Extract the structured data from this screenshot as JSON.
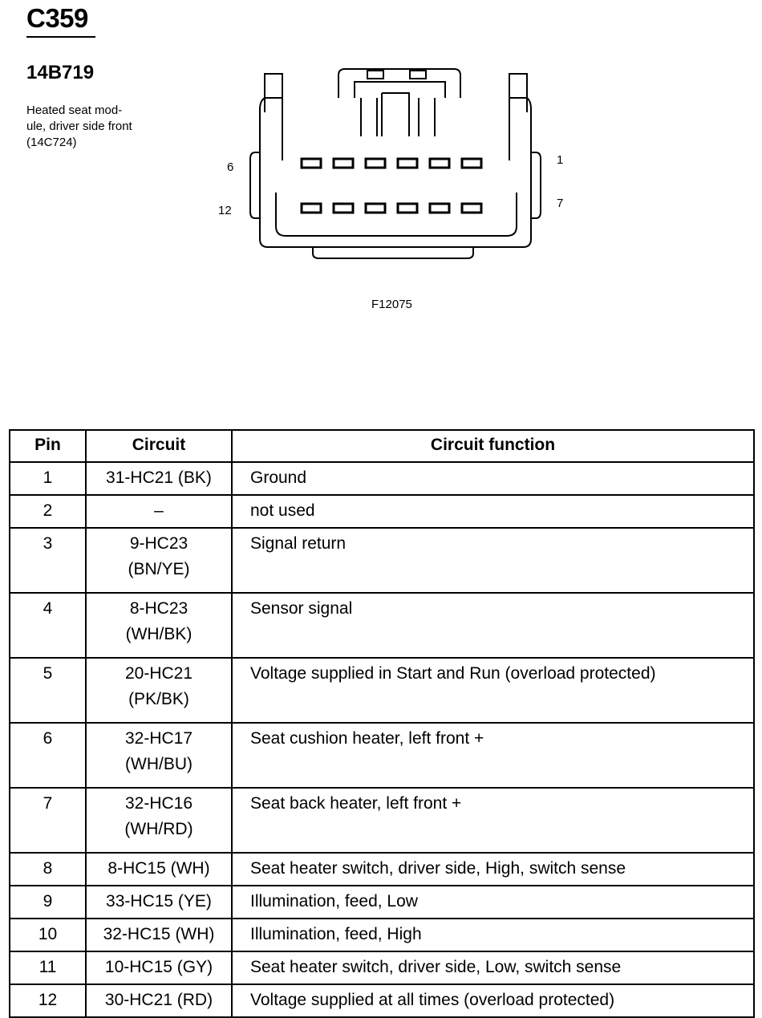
{
  "header": {
    "connector_id": "C359",
    "part_number": "14B719",
    "description_lines": [
      "Heated seat mod-",
      "ule, driver side front",
      "(14C724)"
    ]
  },
  "figure": {
    "figure_id": "F12075",
    "pin_labels": {
      "top_left": "6",
      "bottom_left": "12",
      "top_right": "1",
      "bottom_right": "7"
    }
  },
  "table": {
    "headers": {
      "pin": "Pin",
      "circuit": "Circuit",
      "function": "Circuit function"
    },
    "rows": [
      {
        "pin": "1",
        "circuit": [
          "31-HC21 (BK)"
        ],
        "function": "Ground"
      },
      {
        "pin": "2",
        "circuit": [
          "–"
        ],
        "function": "not used"
      },
      {
        "pin": "3",
        "circuit": [
          "9-HC23",
          "(BN/YE)"
        ],
        "function": "Signal return"
      },
      {
        "pin": "4",
        "circuit": [
          "8-HC23",
          "(WH/BK)"
        ],
        "function": "Sensor signal"
      },
      {
        "pin": "5",
        "circuit": [
          "20-HC21",
          "(PK/BK)"
        ],
        "function": "Voltage supplied in Start and Run (overload protected)"
      },
      {
        "pin": "6",
        "circuit": [
          "32-HC17",
          "(WH/BU)"
        ],
        "function": "Seat cushion heater, left front +"
      },
      {
        "pin": "7",
        "circuit": [
          "32-HC16",
          "(WH/RD)"
        ],
        "function": "Seat back heater, left front +"
      },
      {
        "pin": "8",
        "circuit": [
          "8-HC15 (WH)"
        ],
        "function": "Seat heater switch, driver side, High, switch sense"
      },
      {
        "pin": "9",
        "circuit": [
          "33-HC15 (YE)"
        ],
        "function": "Illumination, feed, Low"
      },
      {
        "pin": "10",
        "circuit": [
          "32-HC15 (WH)"
        ],
        "function": "Illumination, feed, High"
      },
      {
        "pin": "11",
        "circuit": [
          "10-HC15 (GY)"
        ],
        "function": "Seat heater switch, driver side, Low, switch sense"
      },
      {
        "pin": "12",
        "circuit": [
          "30-HC21 (RD)"
        ],
        "function": "Voltage supplied at all times (overload protected)"
      }
    ]
  }
}
